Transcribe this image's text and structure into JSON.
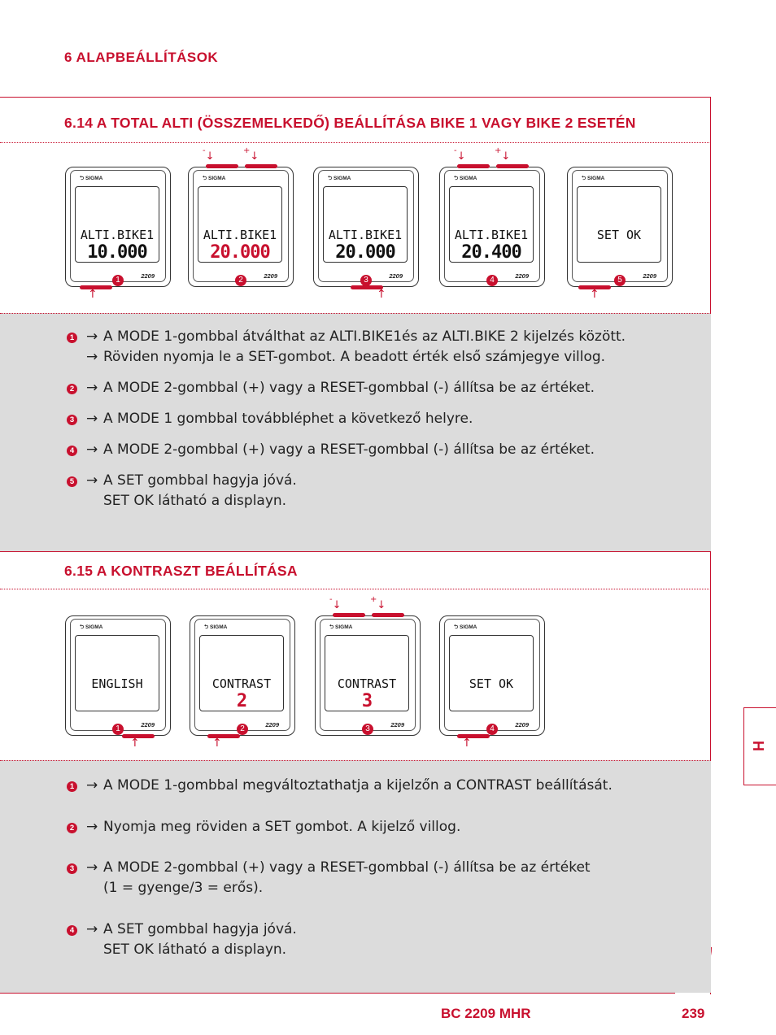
{
  "chapter": "6 ALAPBEÁLLÍTÁSOK",
  "section1": {
    "title": "6.14 A TOTAL ALTI (ÖSSZEMELKEDŐ) BEÁLLÍTÁSA BIKE 1 VAGY BIKE 2 ESETÉN",
    "devices": [
      {
        "line1": "ALTI.BIKE1",
        "line2": "10.000",
        "num": "1"
      },
      {
        "line1": "ALTI.BIKE1",
        "line2": "20.000",
        "num": "2"
      },
      {
        "line1": "ALTI.BIKE1",
        "line2": "20.000",
        "num": "3"
      },
      {
        "line1": "ALTI.BIKE1",
        "line2": "20.400",
        "num": "4"
      },
      {
        "line1": "SET OK",
        "line2": "",
        "num": "5"
      }
    ],
    "steps": [
      {
        "num": "1",
        "lines": [
          "A MODE 1-gombbal átválthat az ALTI.BIKE1és az ALTI.BIKE 2 kijelzés között.",
          "Röviden nyomja le a SET-gombot. A beadott érték első számjegye villog."
        ]
      },
      {
        "num": "2",
        "lines": [
          "A MODE 2-gombbal (+) vagy a RESET-gombbal (-) állítsa be az értéket."
        ]
      },
      {
        "num": "3",
        "lines": [
          "A MODE 1 gombbal továbbléphet a következő helyre."
        ]
      },
      {
        "num": "4",
        "lines": [
          "A MODE 2-gombbal (+) vagy a RESET-gombbal (-) állítsa be az értéket."
        ]
      },
      {
        "num": "5",
        "lines": [
          "A SET gombbal hagyja jóvá.",
          "SET OK látható a displayn."
        ]
      }
    ]
  },
  "section2": {
    "title": "6.15 A KONTRASZT BEÁLLÍTÁSA",
    "devices": [
      {
        "line1": "ENGLISH",
        "line2": "",
        "num": "1"
      },
      {
        "line1": "CONTRAST",
        "line2": "2",
        "num": "2"
      },
      {
        "line1": "CONTRAST",
        "line2": "3",
        "num": "3"
      },
      {
        "line1": "SET OK",
        "line2": "",
        "num": "4"
      }
    ],
    "steps": [
      {
        "num": "1",
        "lines": [
          "A MODE 1-gombbal megváltoztathatja a kijelzőn a CONTRAST beállítását."
        ]
      },
      {
        "num": "2",
        "lines": [
          "Nyomja meg röviden a SET gombot. A kijelző villog."
        ]
      },
      {
        "num": "3",
        "lines": [
          "A MODE 2-gombbal (+) vagy a RESET-gombbal (-) állítsa be az értéket",
          "(1 = gyenge/3 = erős)."
        ]
      },
      {
        "num": "4",
        "lines": [
          "A SET gombbal hagyja jóvá.",
          "SET OK látható a displayn."
        ]
      }
    ]
  },
  "device_labels": {
    "brand": "SIGMA",
    "model": "2209",
    "minus": "-",
    "plus": "+"
  },
  "side_tab": "H",
  "footer": {
    "product": "BC 2209 MHR",
    "page": "239"
  },
  "colors": {
    "accent": "#c8102e",
    "panel": "#dcdcdc"
  }
}
